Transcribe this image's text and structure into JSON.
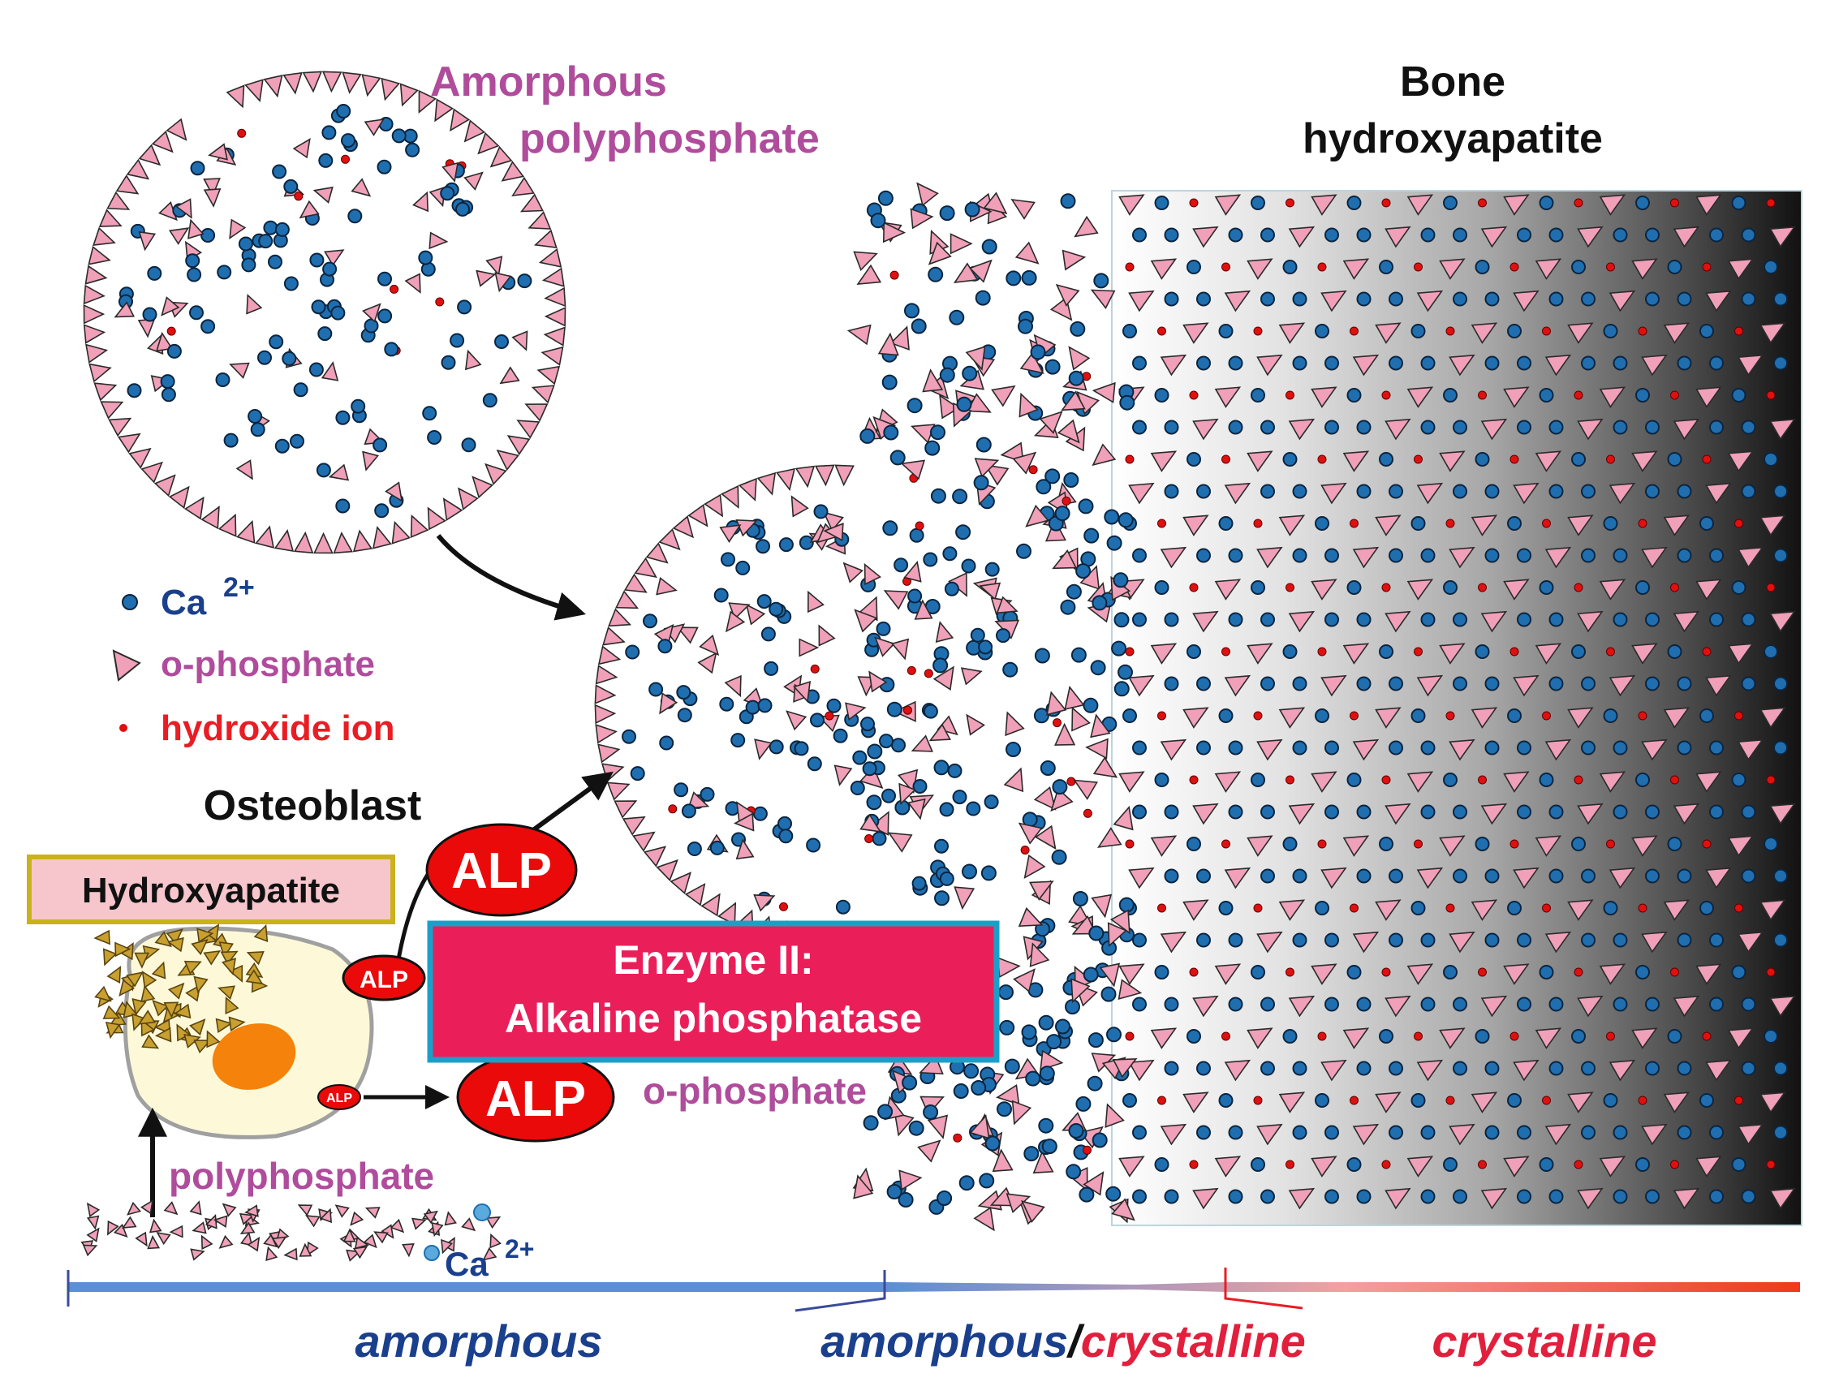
{
  "titles": {
    "amorphous_line1": "Amorphous",
    "amorphous_line2": "polyphosphate",
    "bone_line1": "Bone",
    "bone_line2": "hydroxyapatite"
  },
  "legend": {
    "calcium_label": "Ca",
    "calcium_charge": "2+",
    "phosphate_label": "o-phosphate",
    "hydroxide_label": "hydroxide ion"
  },
  "cell": {
    "title": "Osteoblast",
    "hydroxyapatite_label": "Hydroxyapatite",
    "alp_large": "ALP",
    "alp_small": "ALP",
    "alp_tiny": "ALP"
  },
  "enzyme": {
    "line1": "Enzyme II:",
    "line2": "Alkaline phosphatase"
  },
  "products": {
    "ophosphate": "o-phosphate",
    "polyphosphate": "polyphosphate",
    "calcium": "Ca",
    "calcium_charge": "2+"
  },
  "scale": {
    "amorphous": "amorphous",
    "mixed_amorphous": "amorphous",
    "mixed_separator": "/",
    "mixed_crystalline": "crystalline",
    "crystalline": "crystalline"
  },
  "colors": {
    "calcium_fill": "#1f6fb0",
    "phosphate_fill": "#f0a0b8",
    "hydroxide_fill": "#e01010",
    "title_pink": "#b04c9c",
    "label_red": "#ea1c24",
    "enzyme_fill": "#ea1f5a",
    "enzyme_border": "#1aa0c8",
    "scale_blue": "#5b8fd6",
    "scale_red": "#ee3a1a",
    "italic_blue": "#1a3f8c",
    "italic_red": "#e21f3c",
    "cell_fill": "#fdf9d8",
    "nucleus": "#f5820a",
    "hydroxyapatite_crystal": "#c8a030"
  }
}
